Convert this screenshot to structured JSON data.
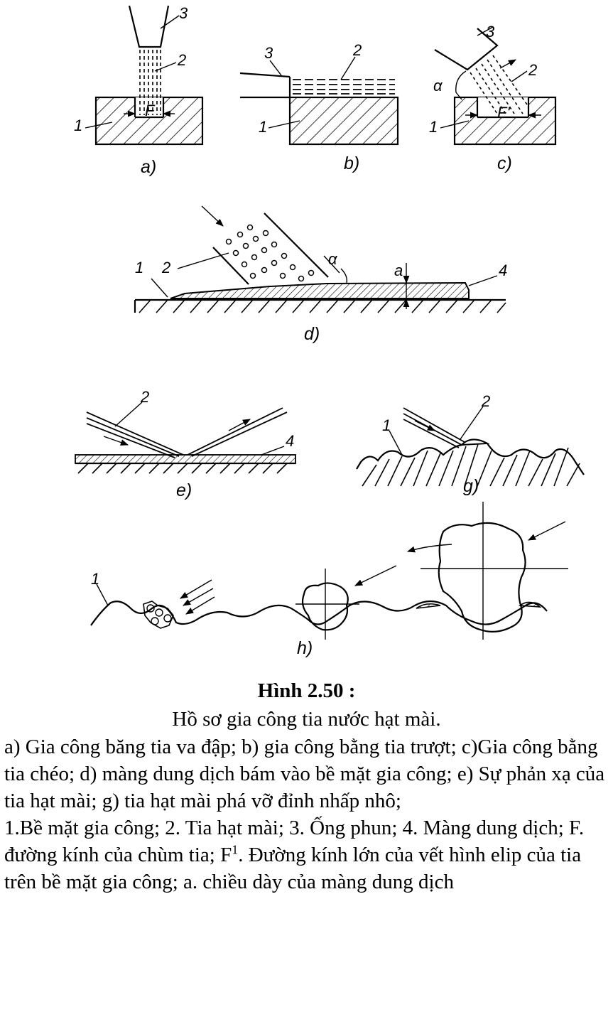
{
  "figure": {
    "panels": {
      "a": {
        "sublabel": "a)",
        "labels": {
          "one": "1",
          "two": "2",
          "three": "3",
          "f": "F"
        }
      },
      "b": {
        "sublabel": "b)",
        "labels": {
          "one": "1",
          "two": "2",
          "three": "3"
        }
      },
      "c": {
        "sublabel": "c)",
        "labels": {
          "one": "1",
          "two": "2",
          "three": "3",
          "alpha": "α",
          "f1": "F'"
        }
      },
      "d": {
        "sublabel": "d)",
        "labels": {
          "one": "1",
          "two": "2",
          "four": "4",
          "alpha": "α",
          "a": "a"
        }
      },
      "e": {
        "sublabel": "e)",
        "labels": {
          "two": "2",
          "four": "4"
        }
      },
      "g": {
        "sublabel": "g)",
        "labels": {
          "one": "1",
          "two": "2"
        }
      },
      "h": {
        "sublabel": "h)",
        "labels": {
          "one": "1"
        }
      }
    }
  },
  "caption": {
    "title": "Hình 2.50 :",
    "subtitle": "Hồ sơ gia công tia nước hạt mài.",
    "description_part1": "a) Gia công băng tia va đập; b) gia công bằng tia trượt; c)Gia công bằng tia chéo; d) màng dung dịch bám vào bề mặt gia  công; e) Sự phản xạ của tia hạt mài; g) tia hạt mài phá vỡ đỉnh nhấp nhô;\n1.Bề mặt gia công; 2. Tia hạt mài; 3. Ống phun; 4. Màng dung dịch; F. đường kính của chùm tia; F",
    "superscript": "1",
    "description_part2": ". Đường kính lớn của vết hình elip của tia trên bề mặt gia công; a. chiều dày của màng dung dịch"
  }
}
